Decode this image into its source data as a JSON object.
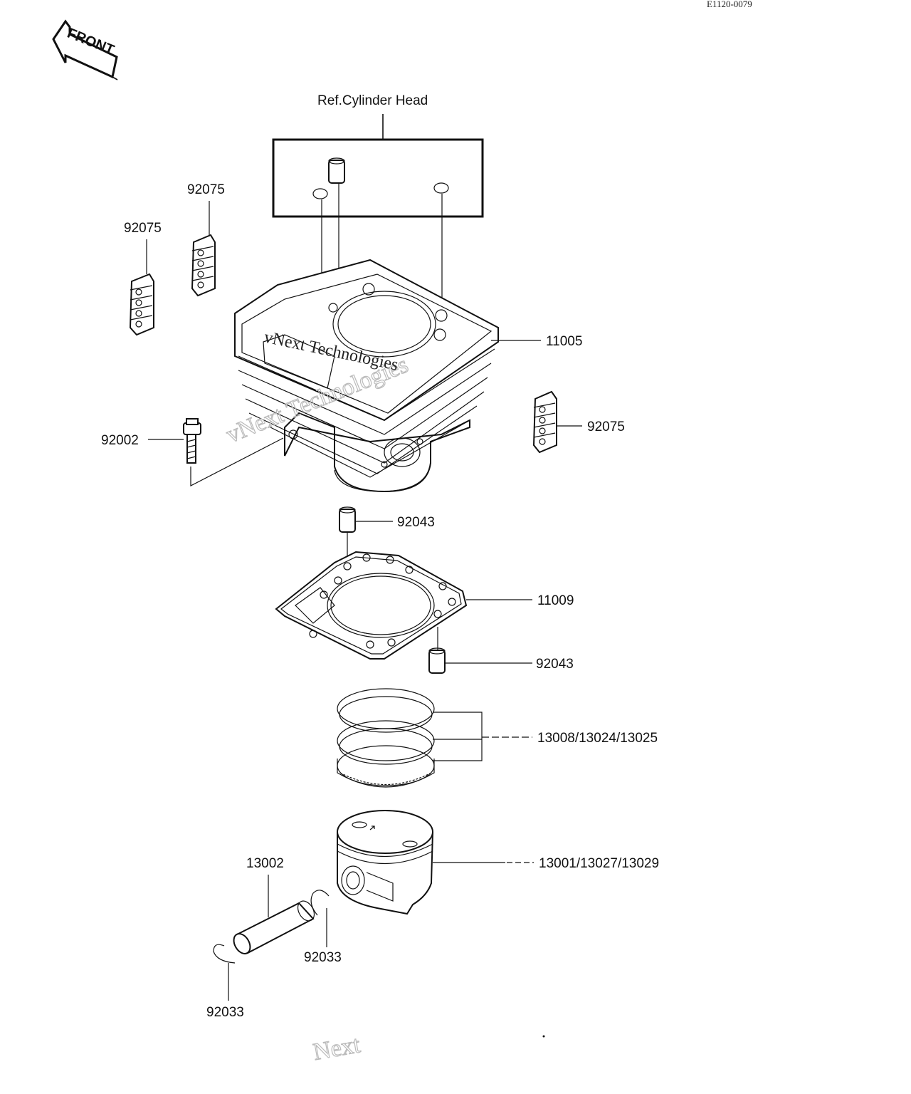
{
  "header": {
    "drawing_code": "E1120-0079"
  },
  "front_arrow": {
    "label": "FRONT"
  },
  "reference": {
    "label": "Ref.Cylinder Head"
  },
  "watermark": {
    "text": "vNext Technologies",
    "bottom_text": "Next"
  },
  "parts": {
    "cylinder": "11005",
    "damper_upper_left": "92075",
    "damper_left": "92075",
    "damper_right": "92075",
    "bolt": "92002",
    "dowel_upper": "92043",
    "gasket": "11009",
    "dowel_lower": "92043",
    "ring_set": "13008/13024/13025",
    "piston": "13001/13027/13029",
    "piston_pin": "13002",
    "circlip_right": "92033",
    "circlip_left": "92033"
  }
}
